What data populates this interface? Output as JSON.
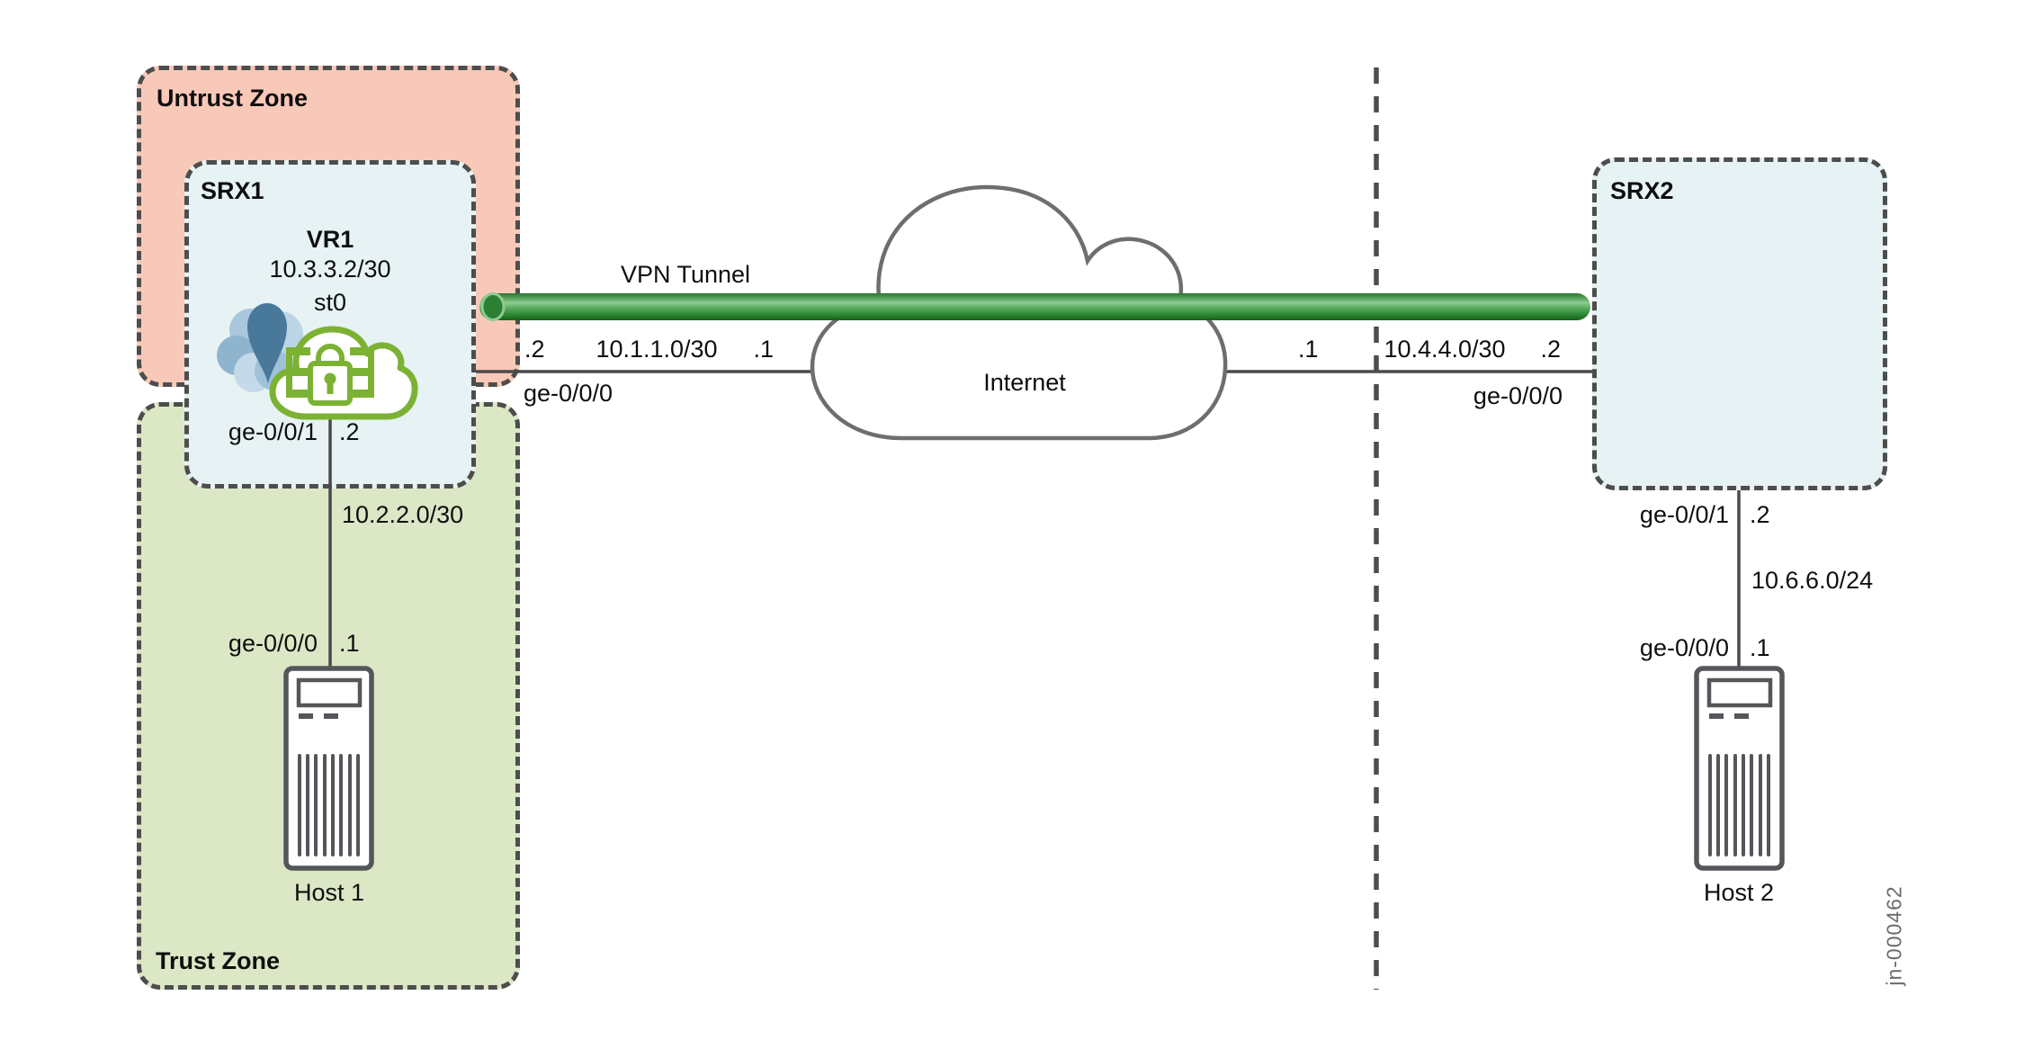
{
  "figure_id": "jn-000462",
  "zones": {
    "untrust": {
      "label": "Untrust Zone"
    },
    "trust": {
      "label": "Trust Zone"
    }
  },
  "devices": {
    "srx1": {
      "label": "SRX1",
      "vr_name": "VR1",
      "vr_ip": "10.3.3.2/30",
      "tunnel_if": "st0"
    },
    "srx2": {
      "label": "SRX2"
    },
    "host1": {
      "label": "Host 1"
    },
    "host2": {
      "label": "Host 2"
    },
    "internet": {
      "label": "Internet"
    }
  },
  "tunnel": {
    "label": "VPN Tunnel"
  },
  "links": {
    "srx1_internet": {
      "subnet": "10.1.1.0/30",
      "srx_ip": ".2",
      "internet_ip": ".1",
      "srx_if": "ge-0/0/0"
    },
    "internet_srx2": {
      "subnet": "10.4.4.0/30",
      "internet_ip": ".1",
      "srx_ip": ".2",
      "srx_if": "ge-0/0/0"
    },
    "srx1_host1": {
      "subnet": "10.2.2.0/30",
      "srx_if": "ge-0/0/1",
      "srx_ip": ".2",
      "host_if": "ge-0/0/0",
      "host_ip": ".1"
    },
    "srx2_host2": {
      "subnet": "10.6.6.0/24",
      "srx_if": "ge-0/0/1",
      "srx_ip": ".2",
      "host_if": "ge-0/0/0",
      "host_ip": ".1"
    }
  },
  "colors": {
    "untrust_zone_fill": "#f8c9b8",
    "trust_zone_fill": "#dbe7c5",
    "device_fill": "#e6f2f3",
    "border_gray": "#4d4d4d",
    "line_gray": "#4a4a4a",
    "cloud_stroke": "#6e6e6e",
    "tunnel_green_dark": "#1d6b23",
    "tunnel_green_light": "#8fca92",
    "icon_green": "#7cb234",
    "icon_blue_dark": "#49799a"
  }
}
